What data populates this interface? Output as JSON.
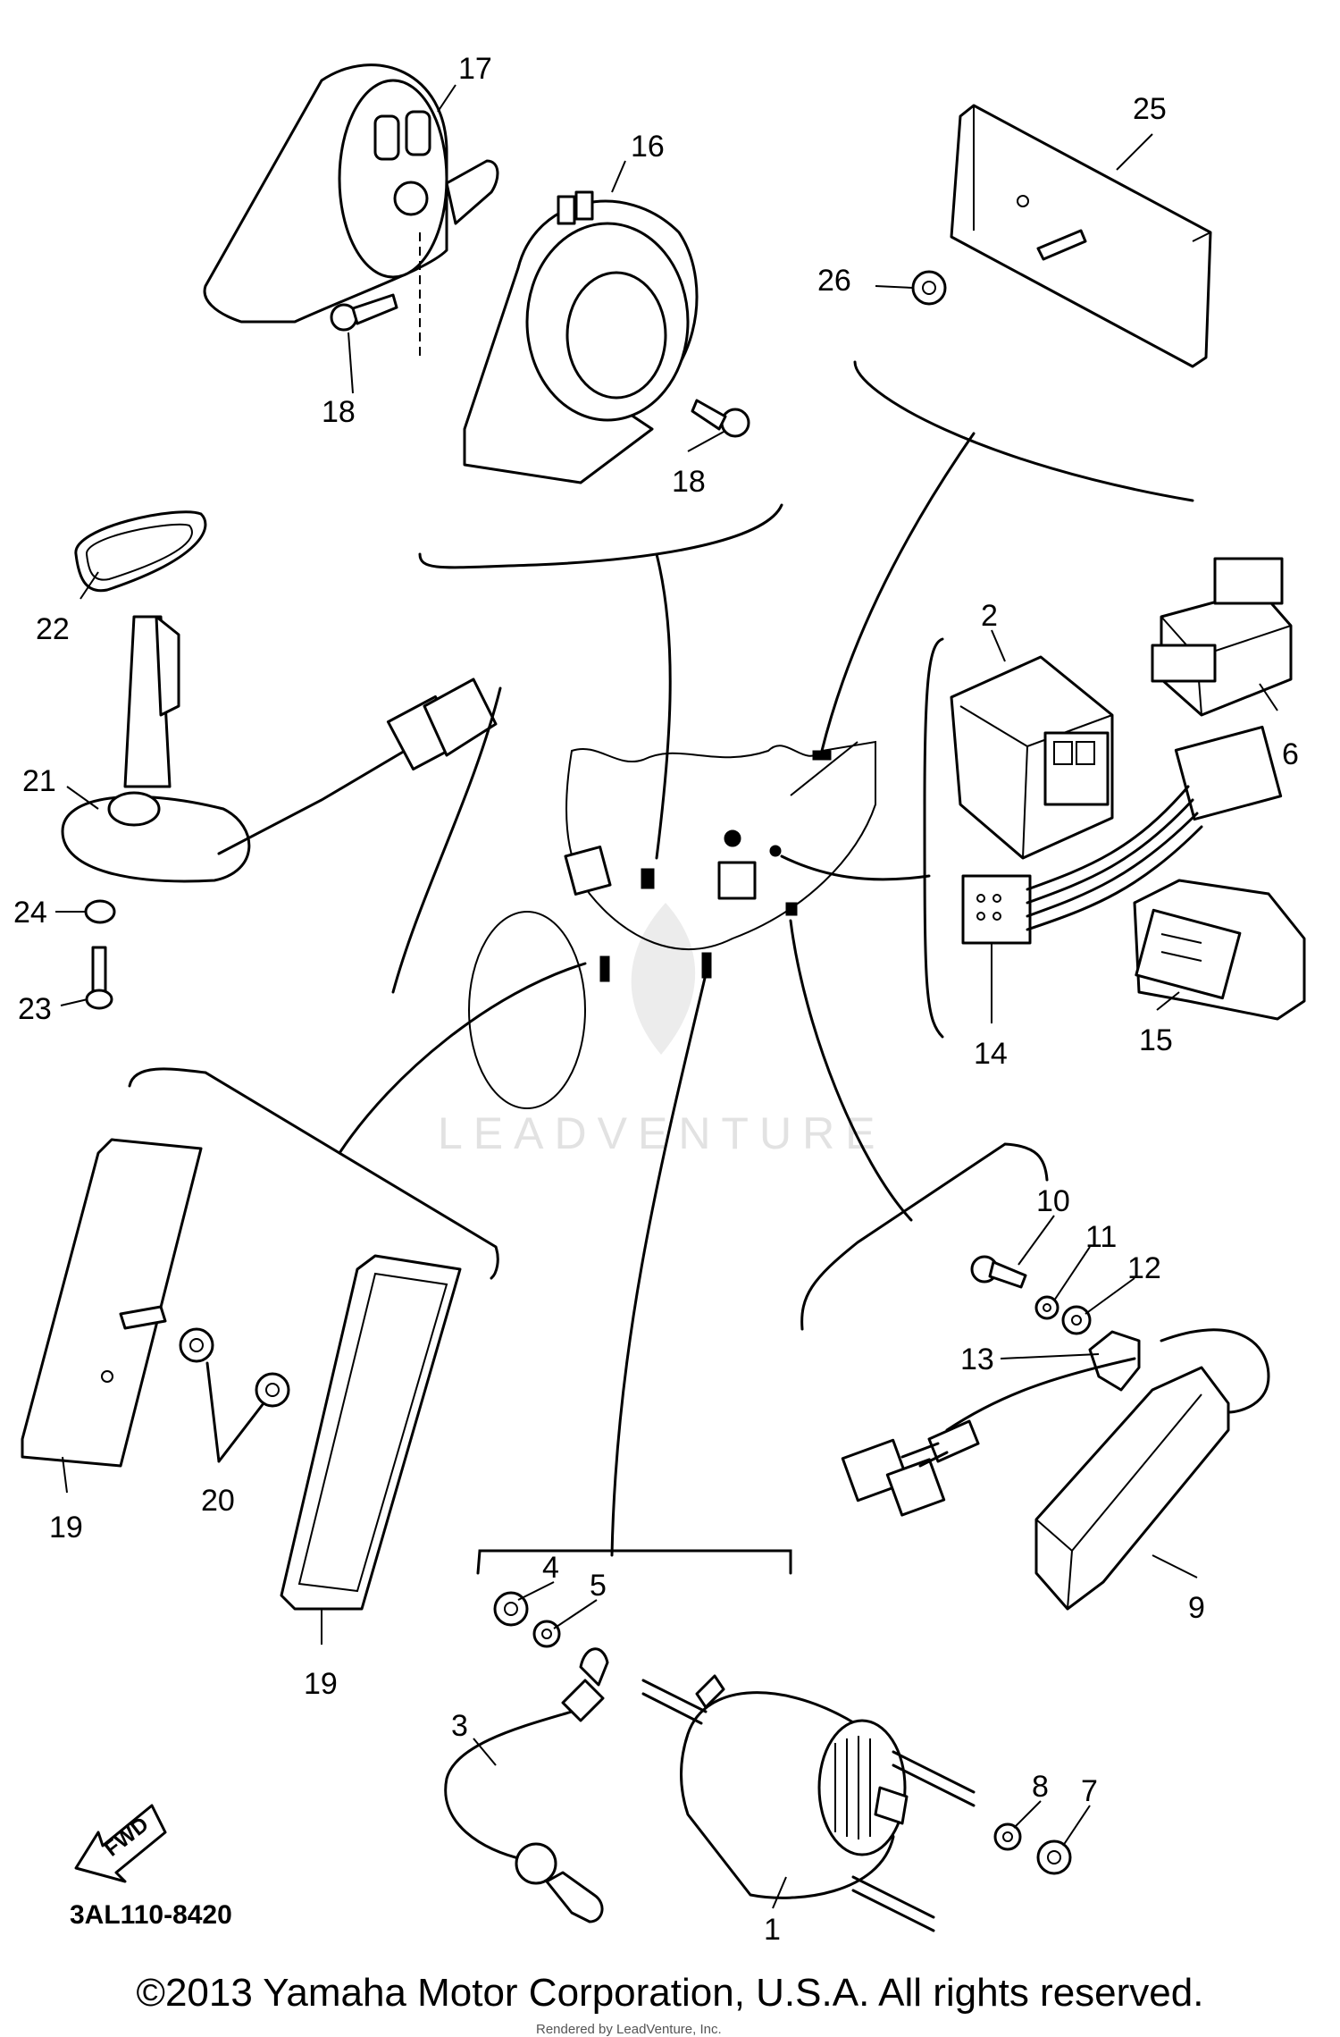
{
  "diagram": {
    "code": "3AL110-8420",
    "fwd_label": "FWD",
    "watermark": "LEADVENTURE",
    "copyright": "©2013 Yamaha Motor Corporation, U.S.A. All rights reserved.",
    "rendered_by": "Rendered by LeadVenture, Inc.",
    "callouts": {
      "c1": "1",
      "c2": "2",
      "c3": "3",
      "c4": "4",
      "c5": "5",
      "c6": "6",
      "c7": "7",
      "c8": "8",
      "c9": "9",
      "c10": "10",
      "c11": "11",
      "c12": "12",
      "c13": "13",
      "c14": "14",
      "c15": "15",
      "c16": "16",
      "c17": "17",
      "c18a": "18",
      "c18b": "18",
      "c19a": "19",
      "c19b": "19",
      "c20": "20",
      "c21": "21",
      "c22": "22",
      "c23": "23",
      "c24": "24",
      "c25": "25",
      "c26": "26"
    }
  }
}
